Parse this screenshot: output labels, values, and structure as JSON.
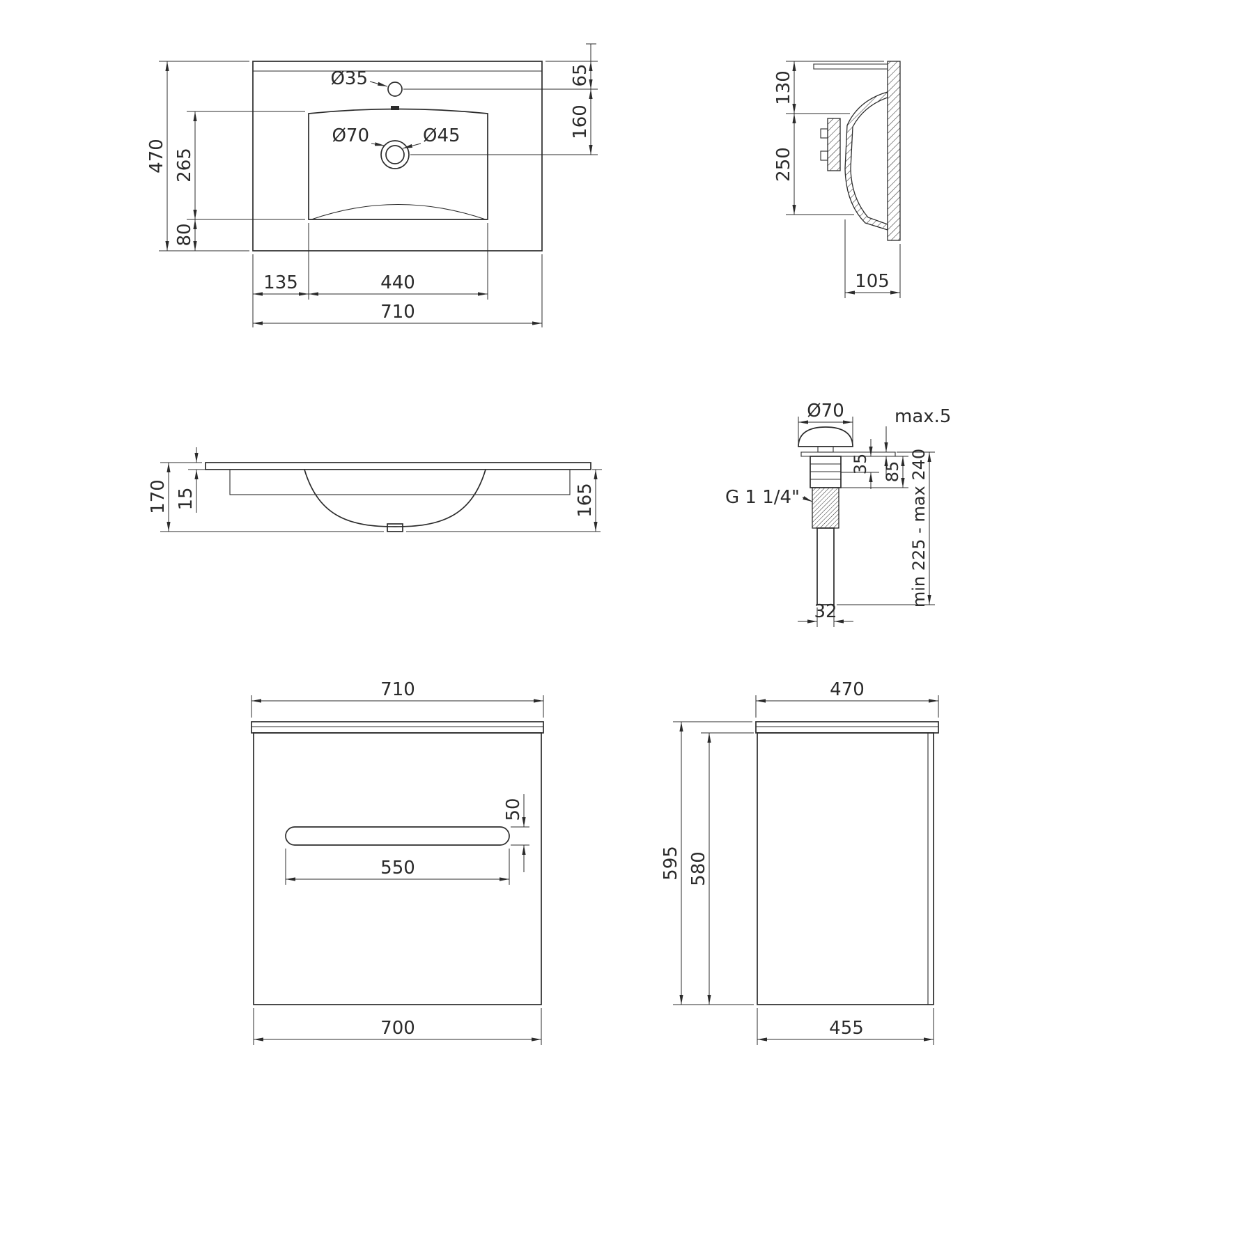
{
  "drawing": {
    "background": "#ffffff",
    "line_color": "#2b2b2b",
    "type": "bathroom vanity and washbasin dimensional drawing"
  },
  "sink_top": {
    "dims": {
      "total_width": "710",
      "total_depth": "470",
      "basin_length": "265",
      "front_edge": "80",
      "left_offset": "135",
      "basin_width": "440",
      "faucet_offset": "65",
      "drain_offset": "160",
      "faucet_hole_dia": "Ø35",
      "drain_outer_dia": "Ø70",
      "drain_inner_dia": "Ø45"
    }
  },
  "sink_side": {
    "dims": {
      "rim_height": "130",
      "bowl_depth": "250",
      "bottom_width": "105"
    }
  },
  "sink_front": {
    "dims": {
      "total_height": "170",
      "top_thickness": "15",
      "bowl_height": "165"
    }
  },
  "drain": {
    "dims": {
      "cap_dia": "Ø70",
      "max_gap": "max.5",
      "flange_height": "35",
      "body_height": "85",
      "thread": "G 1 1/4\"",
      "length_range": "min 225 - max 240",
      "pipe_dia": "32"
    }
  },
  "cabinet_front": {
    "dims": {
      "width": "710",
      "handle_height": "50",
      "handle_width": "550",
      "body_width": "700"
    }
  },
  "cabinet_side": {
    "dims": {
      "depth": "470",
      "total_height": "595",
      "body_height": "580",
      "body_depth": "455"
    }
  }
}
